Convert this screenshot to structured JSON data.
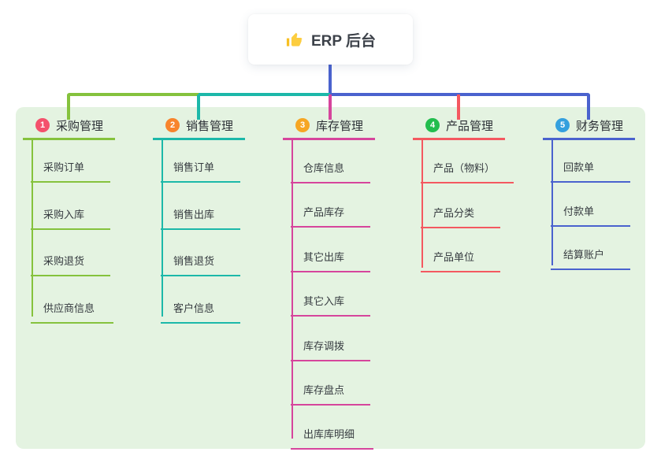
{
  "root": {
    "label": "ERP 后台",
    "icon": "thumbs-up-icon",
    "icon_color": "#f7bf23"
  },
  "colors": {
    "page_background": "#ffffff",
    "panel_background": "#e4f3e1",
    "root_connector": "#4a62ce",
    "root_text": "#3c4149",
    "branch_title_text": "#2c3036",
    "child_text": "#363b40"
  },
  "branches": [
    {
      "badge": "1",
      "badge_color": "#f4516c",
      "title": "采购管理",
      "color": "#85c23d",
      "children": [
        "采购订单",
        "采购入库",
        "采购退货",
        "供应商信息"
      ]
    },
    {
      "badge": "2",
      "badge_color": "#f8842c",
      "title": "销售管理",
      "color": "#1cb8a9",
      "children": [
        "销售订单",
        "销售出库",
        "销售退货",
        "客户信息"
      ]
    },
    {
      "badge": "3",
      "badge_color": "#f6a623",
      "title": "库存管理",
      "color": "#d6459c",
      "children": [
        "仓库信息",
        "产品库存",
        "其它出库",
        "其它入库",
        "库存调拨",
        "库存盘点",
        "出库库明细"
      ]
    },
    {
      "badge": "4",
      "badge_color": "#22bd4e",
      "title": "产品管理",
      "color": "#f45860",
      "children": [
        "产品（物料）",
        "产品分类",
        "产品单位"
      ]
    },
    {
      "badge": "5",
      "badge_color": "#34a0de",
      "title": "财务管理",
      "color": "#4a62ce",
      "children": [
        "回款单",
        "付款单",
        "结算账户"
      ]
    }
  ]
}
